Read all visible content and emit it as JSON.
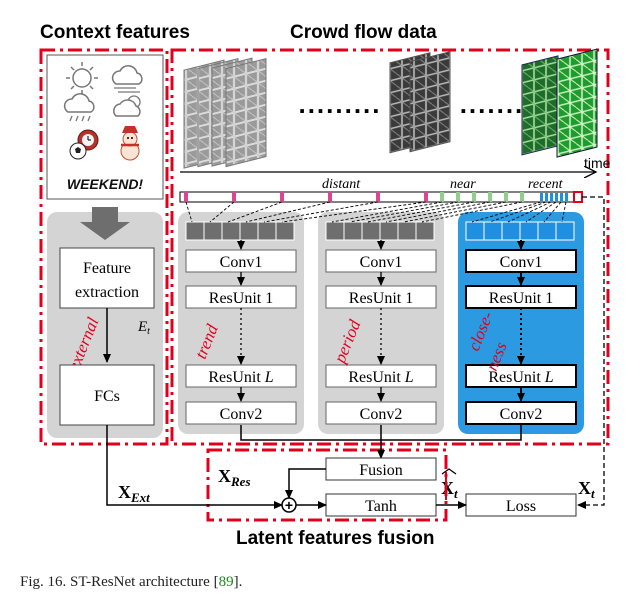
{
  "headers": {
    "context": "Context features",
    "crowd": "Crowd flow data",
    "fusion": "Latent features fusion"
  },
  "context_icons": {
    "weekend_label": "WEEKEND!",
    "icons": [
      "sun-icon",
      "wind-cloud-icon",
      "rain-cloud-icon",
      "partly-cloudy-icon",
      "soccer-clock-icon",
      "snowman-icon"
    ]
  },
  "external_branch": {
    "side_label": "external",
    "feature_box": [
      "Feature",
      "extraction"
    ],
    "feature_symbol": "E",
    "feature_symbol_sub": "t",
    "fcs_box": "FCs"
  },
  "timeline": {
    "time_label": "time",
    "distant": "distant",
    "near": "near",
    "recent": "recent"
  },
  "branches": [
    {
      "side_label": "trend",
      "conv1": "Conv1",
      "res1": "ResUnit 1",
      "resL": "ResUnit ",
      "resL_italic": "L",
      "conv2": "Conv2"
    },
    {
      "side_label": "period",
      "conv1": "Conv1",
      "res1": "ResUnit 1",
      "resL": "ResUnit ",
      "resL_italic": "L",
      "conv2": "Conv2"
    },
    {
      "side_label_1": "close-",
      "side_label_2": "ness",
      "conv1": "Conv1",
      "res1": "ResUnit 1",
      "resL": "ResUnit ",
      "resL_italic": "L",
      "conv2": "Conv2"
    }
  ],
  "fusion_block": {
    "fusion": "Fusion",
    "tanh": "Tanh",
    "loss": "Loss",
    "plus": "+",
    "x_res": "X",
    "x_res_sub": "Res",
    "x_ext": "X",
    "x_ext_sub": "Ext",
    "x_hat": "X",
    "x_hat_sub": "t",
    "x_true": "X",
    "x_true_sub": "t"
  },
  "caption": {
    "prefix": "Fig. 16.   ST-ResNet architecture [",
    "cite": "89",
    "suffix": "]."
  },
  "colors": {
    "red_dash": "#e0001b",
    "gray_panel": "#d4d4d4",
    "blue_panel": "#2c9ae0",
    "cell_gray": "#6e6e6e",
    "cell_blue": "#1f8fe0",
    "tick_pink": "#d9488f",
    "tick_green": "#8fce8f",
    "tick_blue": "#1f8fe0"
  }
}
